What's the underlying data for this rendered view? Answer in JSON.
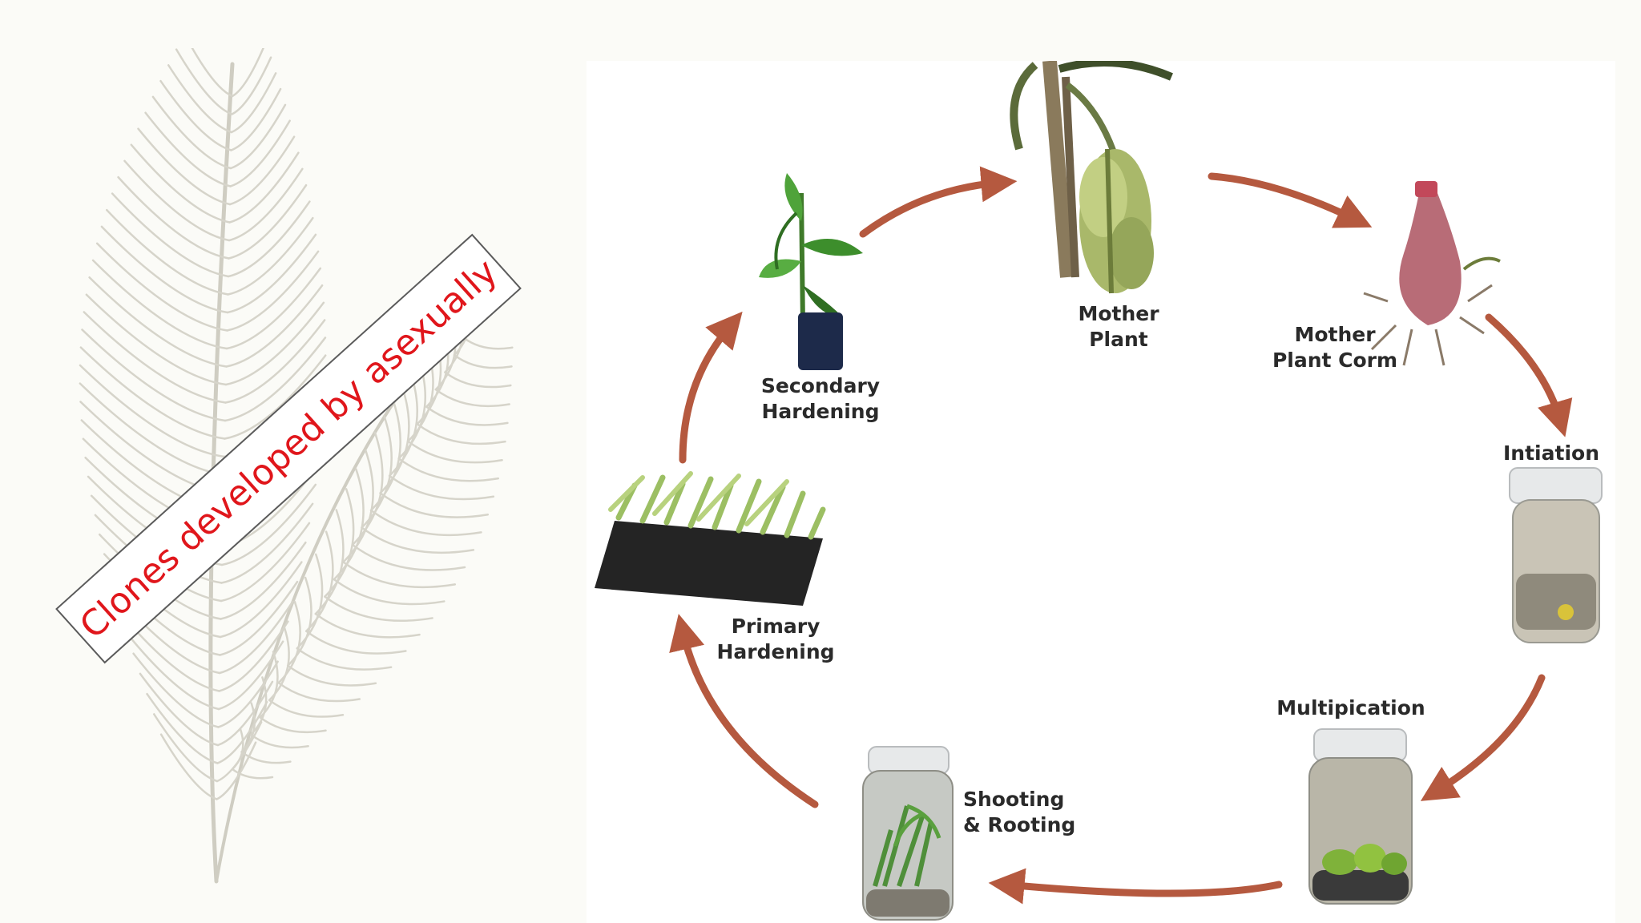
{
  "callout": {
    "text": "Clones developed by asexually",
    "text_color": "#e0161b"
  },
  "diagram": {
    "arrow_color": "#b5593f",
    "stages": [
      {
        "id": "mother-plant",
        "lines": [
          "Mother",
          "Plant"
        ],
        "icon": "banana-plant-with-fruit-icon"
      },
      {
        "id": "mother-plant-corm",
        "lines": [
          "Mother",
          "Plant Corm"
        ],
        "icon": "corm-icon"
      },
      {
        "id": "initiation",
        "lines": [
          "Intiation"
        ],
        "icon": "culture-jar-icon"
      },
      {
        "id": "multiplication",
        "lines": [
          "Multipication"
        ],
        "icon": "culture-jar-shoots-icon"
      },
      {
        "id": "shooting-rooting",
        "lines": [
          "Shooting",
          "& Rooting"
        ],
        "icon": "culture-jar-plantlets-icon"
      },
      {
        "id": "primary-hardening",
        "lines": [
          "Primary",
          "Hardening"
        ],
        "icon": "seedling-tray-icon"
      },
      {
        "id": "secondary-hardening",
        "lines": [
          "Secondary",
          "Hardening"
        ],
        "icon": "potted-plant-icon"
      }
    ]
  }
}
